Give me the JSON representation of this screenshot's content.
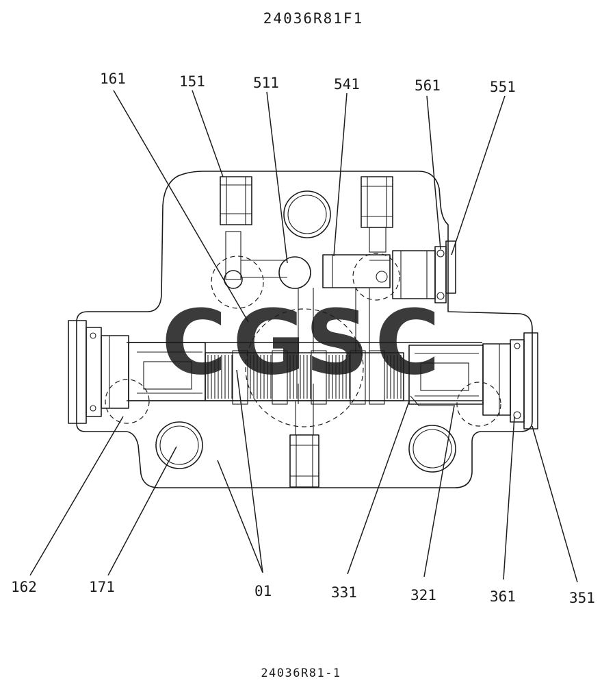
{
  "header": {
    "code": "24036R81F1"
  },
  "footer": {
    "code": "24036R81-1"
  },
  "watermark": {
    "letters": [
      "C",
      "G",
      "S",
      "C"
    ],
    "colors": [
      "#4b8ef0",
      "#ef6b61",
      "#f6cd4a",
      "#3aa56f"
    ]
  },
  "callouts": {
    "c161": "161",
    "c151": "151",
    "c511": "511",
    "c541": "541",
    "c561": "561",
    "c551": "551",
    "c162": "162",
    "c171": "171",
    "c01": "01",
    "c331": "331",
    "c321": "321",
    "c361": "361",
    "c351": "351"
  },
  "colors": {
    "ink": "#1c1c1c",
    "paper": "#ffffff"
  }
}
